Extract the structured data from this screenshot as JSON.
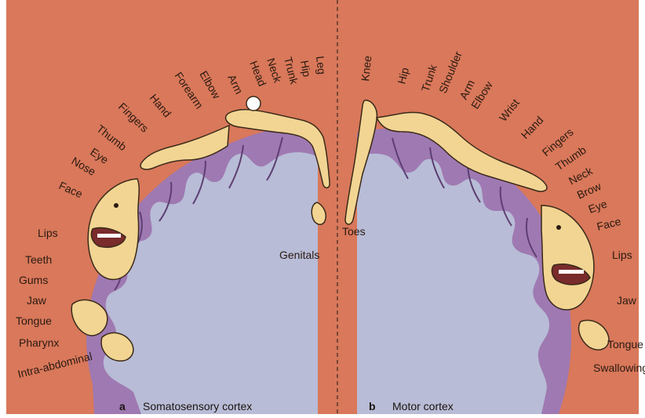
{
  "colors": {
    "background": "#d9785a",
    "cortex_grey_matter": "#9f79b2",
    "cortex_white_matter": "#b8bcd6",
    "homunculus_skin": "#f2d593",
    "divider": "#3a2a22"
  },
  "panels": [
    {
      "letter": "a",
      "caption": "Somatosensory cortex",
      "labels": [
        "Leg",
        "Hip",
        "Trunk",
        "Neck",
        "Head",
        "Arm",
        "Elbow",
        "Forearm",
        "Hand",
        "Fingers",
        "Thumb",
        "Eye",
        "Nose",
        "Face",
        "Lips",
        "Teeth",
        "Gums",
        "Jaw",
        "Tongue",
        "Pharynx",
        "Intra-abdominal",
        "Genitals"
      ]
    },
    {
      "letter": "b",
      "caption": "Motor cortex",
      "labels": [
        "Knee",
        "Hip",
        "Trunk",
        "Shoulder",
        "Arm",
        "Elbow",
        "Wrist",
        "Hand",
        "Fingers",
        "Thumb",
        "Neck",
        "Brow",
        "Eye",
        "Face",
        "Lips",
        "Jaw",
        "Tongue",
        "Swallowing",
        "Toes"
      ]
    }
  ]
}
